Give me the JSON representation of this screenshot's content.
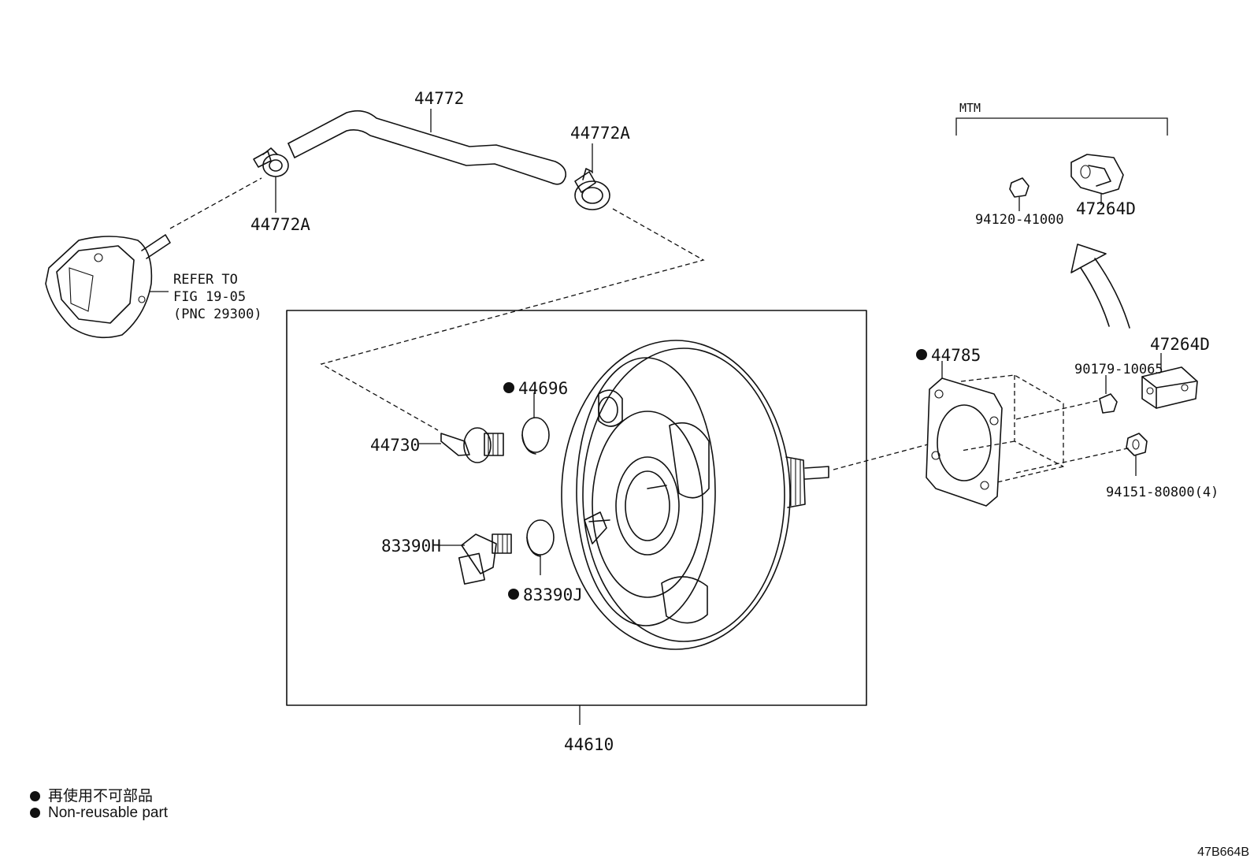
{
  "labels": {
    "hose": "44772",
    "clip_right": "44772A",
    "clip_left": "44772A",
    "refer_line1": "REFER TO",
    "refer_line2": "FIG 19-05",
    "refer_line3": "(PNC 29300)",
    "booster_assy": "44610",
    "seal_44696": "44696",
    "check_valve": "44730",
    "sensor": "83390H",
    "grommet": "83390J",
    "gasket": "44785",
    "mtm": "MTM",
    "nut_mtm": "94120-41000",
    "bracket_mtm": "47264D",
    "bracket": "47264D",
    "nut_90179": "90179-10065",
    "nut_94151": "94151-80800(4)"
  },
  "legend": {
    "jp": "再使用不可部品",
    "en": "Non-reusable part"
  },
  "diagram_code": "47B664B"
}
